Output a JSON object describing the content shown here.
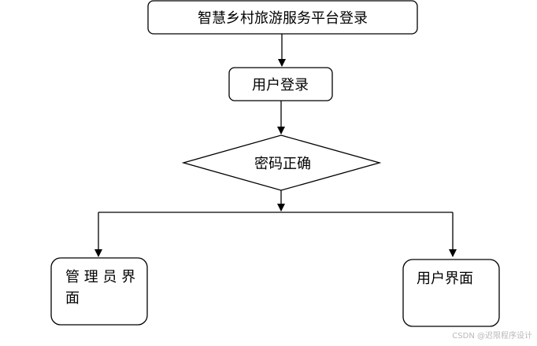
{
  "nodes": {
    "platform_login": "智慧乡村旅游服务平台登录",
    "user_login": "用户登录",
    "password_check": "密码正确",
    "admin_interface_line1": "管 理 员 界",
    "admin_interface_line2": "面",
    "user_interface": "用户界面"
  },
  "watermark": "CSDN @迟限程序设计",
  "colors": {
    "stroke": "#000000",
    "fill": "#ffffff",
    "watermark": "#b9b9b9"
  }
}
